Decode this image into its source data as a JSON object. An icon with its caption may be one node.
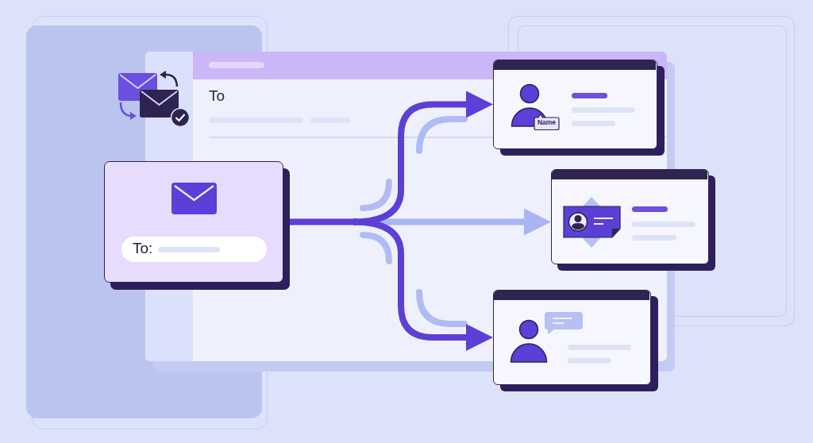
{
  "diagram": {
    "nodes": [
      {
        "text": [
          "To:"
        ]
      },
      {
        "text": [],
        "shape": "box"
      },
      {
        "text": [
          "Name"
        ],
        "in": 1
      },
      {
        "text": [],
        "shape": "box"
      },
      {
        "text": [],
        "shape": "box"
      }
    ],
    "edges": [
      {
        "from": 0,
        "to": 1,
        "arrow": "to"
      },
      {
        "from": 0,
        "to": 3,
        "arrow": "to",
        "color": "#a9b4f2"
      },
      {
        "from": 0,
        "to": 4,
        "arrow": "to"
      }
    ],
    "labels": [
      "To"
    ]
  }
}
